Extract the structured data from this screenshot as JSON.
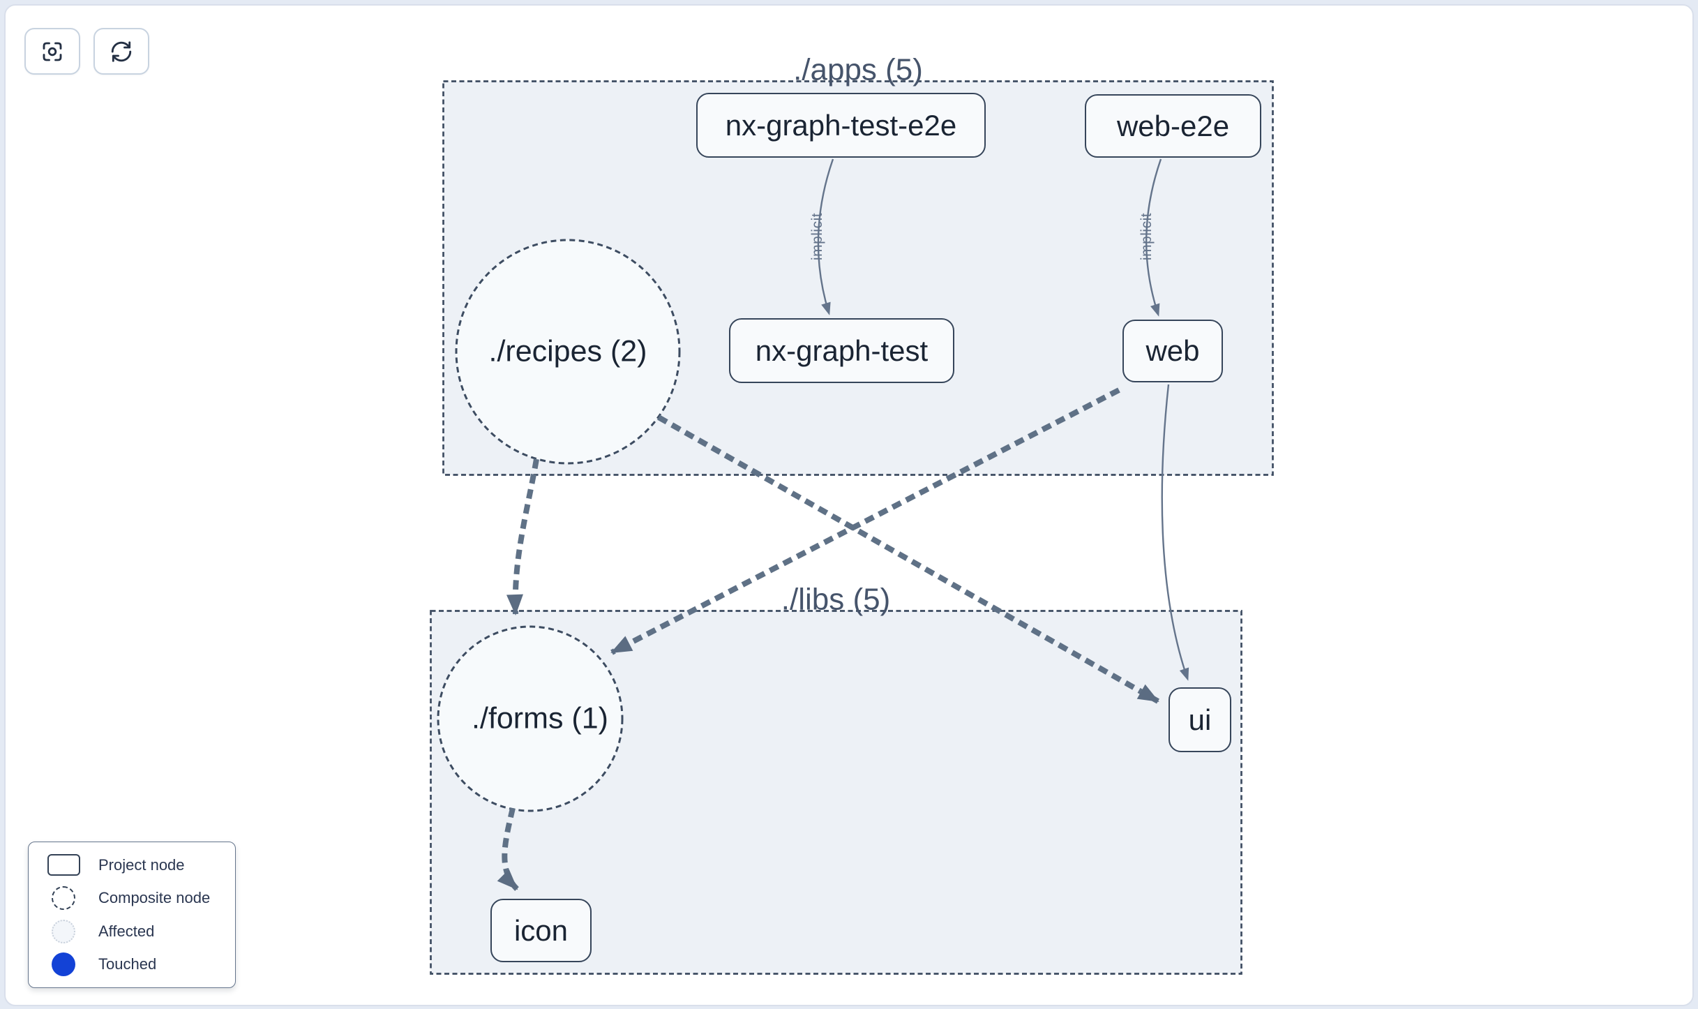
{
  "toolbar": {
    "buttons": [
      {
        "name": "focus-selection",
        "icon": "scan-focus-icon"
      },
      {
        "name": "refresh-graph",
        "icon": "refresh-icon"
      }
    ]
  },
  "graph": {
    "groups": [
      {
        "id": "apps",
        "label": "./apps (5)"
      },
      {
        "id": "libs",
        "label": "./libs (5)"
      }
    ],
    "composites": [
      {
        "id": "recipes",
        "label": "./recipes (2)"
      },
      {
        "id": "forms",
        "label": "./forms (1)"
      }
    ],
    "projects": [
      {
        "id": "nx-graph-test-e2e",
        "label": "nx-graph-test-e2e"
      },
      {
        "id": "web-e2e",
        "label": "web-e2e"
      },
      {
        "id": "nx-graph-test",
        "label": "nx-graph-test"
      },
      {
        "id": "web",
        "label": "web"
      },
      {
        "id": "ui",
        "label": "ui"
      },
      {
        "id": "icon",
        "label": "icon"
      }
    ],
    "edges": [
      {
        "from": "nx-graph-test-e2e",
        "to": "nx-graph-test",
        "type": "implicit",
        "label": "implicit"
      },
      {
        "from": "web-e2e",
        "to": "web",
        "type": "implicit",
        "label": "implicit"
      },
      {
        "from": "web",
        "to": "ui",
        "type": "direct",
        "label": ""
      },
      {
        "from": "./recipes",
        "to": "./forms",
        "type": "composite",
        "label": ""
      },
      {
        "from": "./recipes",
        "to": "ui",
        "type": "composite",
        "label": ""
      },
      {
        "from": "web",
        "to": "./forms",
        "type": "composite",
        "label": ""
      },
      {
        "from": "./forms",
        "to": "icon",
        "type": "composite",
        "label": ""
      }
    ]
  },
  "legend": {
    "items": [
      {
        "label": "Project node"
      },
      {
        "label": "Composite node"
      },
      {
        "label": "Affected"
      },
      {
        "label": "Touched"
      }
    ]
  },
  "colors": {
    "touched_blue": "#1342d6",
    "edge_gray": "#64748b",
    "thick_edge": "#5f7186",
    "node_border": "#36455a",
    "group_border": "#3d4c61",
    "group_fill": "#edf1f6",
    "node_fill": "#f8fafc",
    "canvas_border": "#d9dfeb"
  }
}
